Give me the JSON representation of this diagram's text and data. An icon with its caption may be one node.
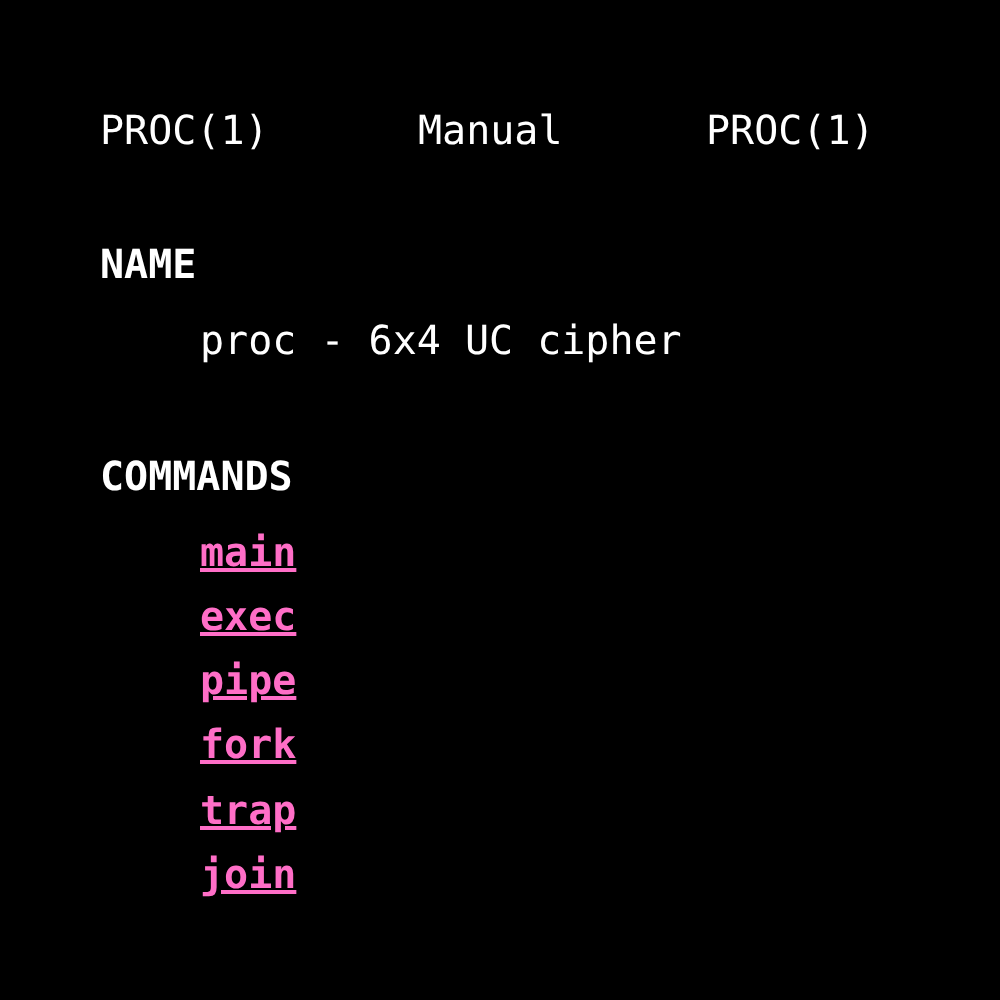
{
  "diagram": {
    "labels": [
      "PROC(1)",
      "Manual",
      "PROC(1)",
      "NAME",
      "proc - 6x4 UC cipher",
      "COMMANDS",
      "main",
      "exec",
      "pipe",
      "fork",
      "trap",
      "join"
    ]
  }
}
